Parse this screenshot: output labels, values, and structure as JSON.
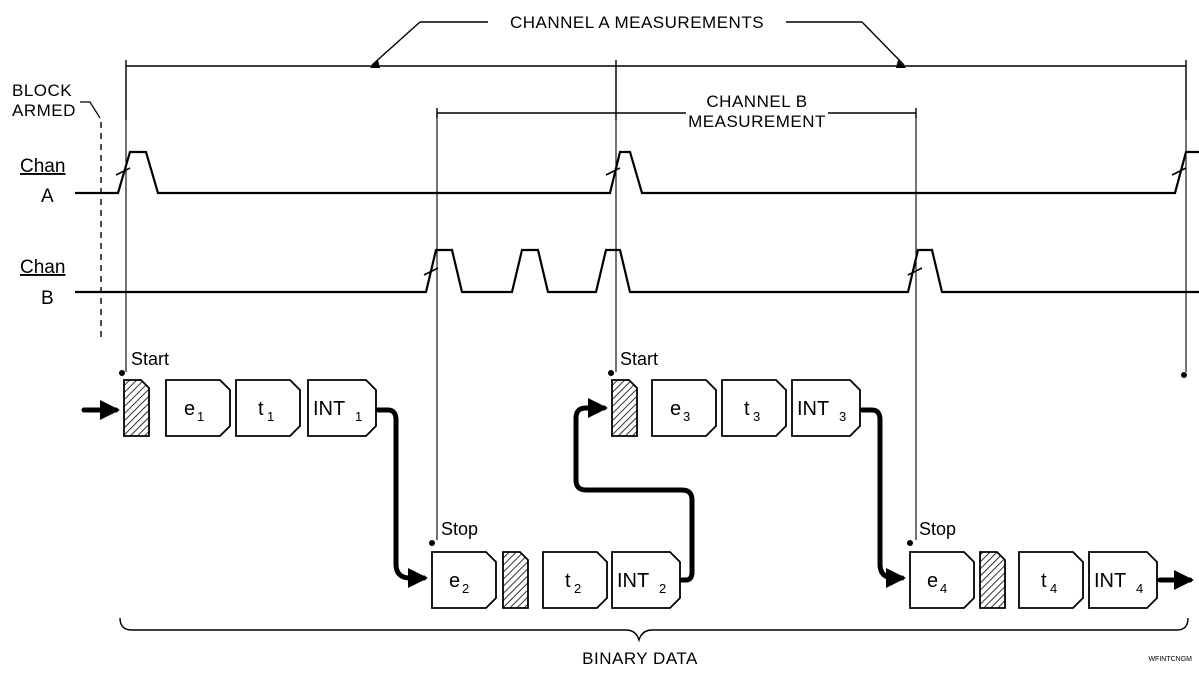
{
  "labels": {
    "channel_a_measurements": "CHANNEL A MEASUREMENTS",
    "channel_b_line1": "CHANNEL B",
    "channel_b_line2": "MEASUREMENT",
    "block_line1": "BLOCK",
    "block_line2": "ARMED",
    "chan_a_top": "Chan",
    "chan_a_bottom": "A",
    "chan_b_top": "Chan",
    "chan_b_bottom": "B",
    "binary_data": "BINARY DATA",
    "figure_tag": "WFINTCNGM"
  },
  "markers": {
    "start_1": "Start",
    "stop_1": "Stop",
    "start_2": "Start",
    "stop_2": "Stop"
  },
  "cells": {
    "row1a": [
      {
        "main": "",
        "sub": "",
        "hatched": true
      },
      {
        "main": "e",
        "sub": "1"
      },
      {
        "main": "t",
        "sub": "1"
      },
      {
        "main": "INT",
        "sub": "1"
      }
    ],
    "row2a": [
      {
        "main": "e",
        "sub": "2"
      },
      {
        "main": "",
        "sub": "",
        "hatched": true
      },
      {
        "main": "t",
        "sub": "2"
      },
      {
        "main": "INT",
        "sub": "2"
      }
    ],
    "row1b": [
      {
        "main": "",
        "sub": "",
        "hatched": true
      },
      {
        "main": "e",
        "sub": "3"
      },
      {
        "main": "t",
        "sub": "3"
      },
      {
        "main": "INT",
        "sub": "3"
      }
    ],
    "row2b": [
      {
        "main": "e",
        "sub": "4"
      },
      {
        "main": "",
        "sub": "",
        "hatched": true
      },
      {
        "main": "t",
        "sub": "4"
      },
      {
        "main": "INT",
        "sub": "4"
      }
    ]
  }
}
